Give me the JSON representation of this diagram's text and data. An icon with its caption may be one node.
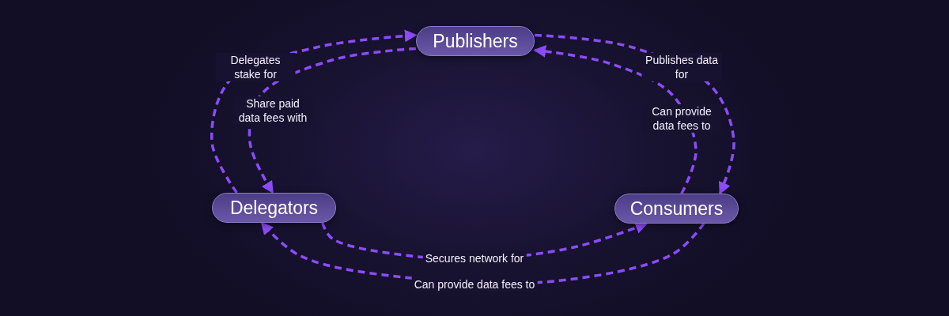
{
  "diagram": {
    "nodes": [
      {
        "text": [
          "Publishers"
        ]
      },
      {
        "text": [
          "Delegators"
        ]
      },
      {
        "text": [
          "Consumers"
        ]
      }
    ],
    "edges": [
      {
        "from": 1,
        "to": 0,
        "arrow": "to",
        "label": "Delegates stake for",
        "style": "dashed"
      },
      {
        "from": 0,
        "to": 1,
        "arrow": "to",
        "label": "Share paid data fees with",
        "style": "dashed"
      },
      {
        "from": 0,
        "to": 2,
        "arrow": "to",
        "label": "Publishes data for",
        "style": "dashed"
      },
      {
        "from": 2,
        "to": 0,
        "arrow": "to",
        "label": "Can provide data fees to",
        "style": "dashed"
      },
      {
        "from": 1,
        "to": 2,
        "arrow": "to",
        "label": "Secures network for",
        "style": "dashed"
      },
      {
        "from": 2,
        "to": 1,
        "arrow": "to",
        "label": "Can provide data fees to",
        "style": "dashed"
      }
    ]
  }
}
